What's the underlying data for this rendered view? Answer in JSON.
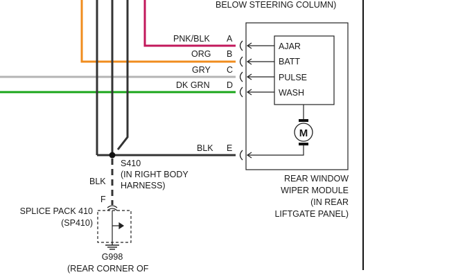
{
  "colors": {
    "pnk_blk": "#c2185b",
    "org": "#f08c1e",
    "gry": "#b4b4b4",
    "dk_grn": "#19a619",
    "blk": "#333333"
  },
  "header": {
    "below_steering": "BELOW STEERING COLUMN)"
  },
  "wires": [
    {
      "color_label": "PNK/BLK",
      "pin": "A"
    },
    {
      "color_label": "ORG",
      "pin": "B"
    },
    {
      "color_label": "GRY",
      "pin": "C"
    },
    {
      "color_label": "DK GRN",
      "pin": "D"
    },
    {
      "color_label": "BLK",
      "pin": "E"
    }
  ],
  "module": {
    "terminals": [
      "AJAR",
      "BATT",
      "PULSE",
      "WASH"
    ],
    "motor_symbol": "M",
    "name_lines": [
      "REAR WINDOW",
      "WIPER MODULE",
      "(IN REAR",
      "LIFTGATE PANEL)"
    ]
  },
  "splice": {
    "id": "S410",
    "location_lines": [
      "(IN RIGHT BODY",
      "HARNESS)"
    ],
    "wire_label": "BLK",
    "pack_pin": "F",
    "pack_lines": [
      "SPLICE PACK 410",
      "(SP410)"
    ]
  },
  "ground": {
    "id": "G998",
    "location_partial": "(REAR CORNER OF"
  }
}
